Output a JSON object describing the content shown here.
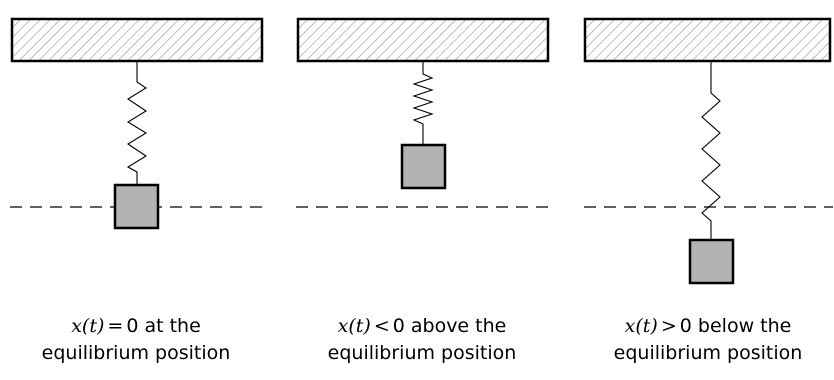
{
  "panels": [
    {
      "caption_lhs": "x(t)",
      "caption_op": "=",
      "caption_rest": "0 at the",
      "caption_line2": "equilibrium position"
    },
    {
      "caption_lhs": "x(t)",
      "caption_op": "<",
      "caption_rest": "0 above the",
      "caption_line2": "equilibrium position"
    },
    {
      "caption_lhs": "x(t)",
      "caption_op": ">",
      "caption_rest": "0 below the",
      "caption_line2": "equilibrium position"
    }
  ],
  "colors": {
    "mass_fill": "#b3b3b3",
    "stroke": "#000000",
    "hatch": "#888888"
  }
}
